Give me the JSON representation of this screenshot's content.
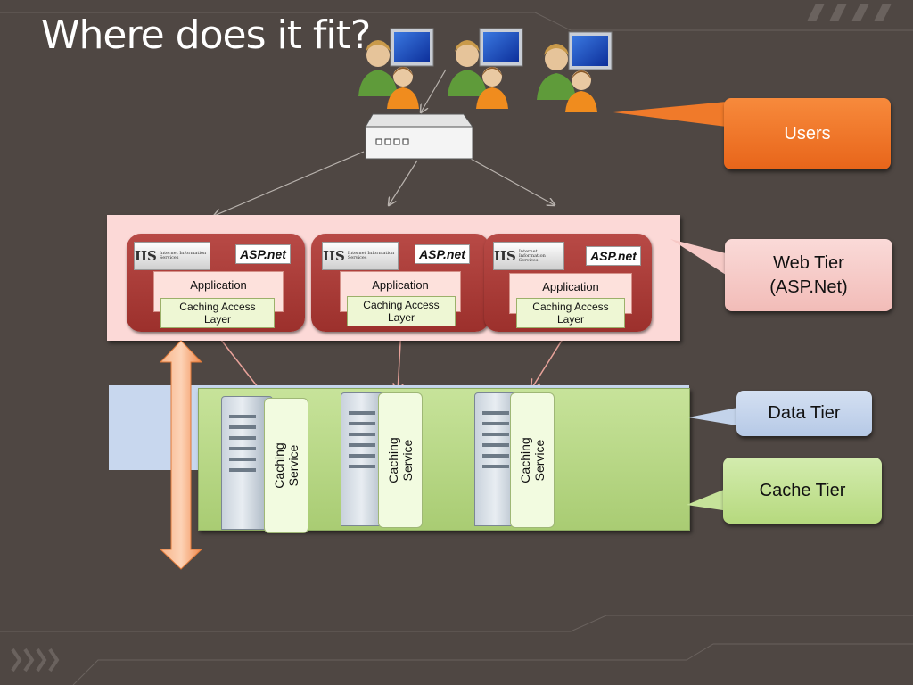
{
  "slide": {
    "title": "Where does it fit?"
  },
  "callouts": {
    "users": "Users",
    "web_tier_line1": "Web Tier",
    "web_tier_line2": "(ASP.Net)",
    "data_tier": "Data Tier",
    "cache_tier": "Cache Tier"
  },
  "web_servers": [
    {
      "iis_logo": "IIS",
      "iis_caption": "Internet Information Services",
      "asp_logo": "ASP.net",
      "app_label": "Application",
      "cal_line1": "Caching Access",
      "cal_line2": "Layer"
    },
    {
      "iis_logo": "IIS",
      "iis_caption": "Internet Information Services",
      "asp_logo": "ASP.net",
      "app_label": "Application",
      "cal_line1": "Caching Access",
      "cal_line2": "Layer"
    },
    {
      "iis_logo": "IIS",
      "iis_caption": "Internet Information Services",
      "asp_logo": "ASP.net",
      "app_label": "Application",
      "cal_line1": "Caching Access",
      "cal_line2": "Layer"
    }
  ],
  "cache_servers": [
    {
      "line1": "Caching",
      "line2": "Service"
    },
    {
      "line1": "Caching",
      "line2": "Service"
    },
    {
      "line1": "Caching",
      "line2": "Service"
    }
  ],
  "colors": {
    "background": "#4f4743",
    "users_callout": "#f07a2a",
    "web_tier_callout": "#f6c9c6",
    "data_tier_callout": "#c3d3ea",
    "cache_tier_callout": "#c6e39a",
    "server_box": "#b03f3b",
    "arrow_orange": "#f5a06a"
  },
  "icons": [
    "user-computer-icon",
    "network-switch-icon",
    "iis-logo-icon",
    "aspnet-logo-icon",
    "server-tower-icon",
    "double-arrow-icon"
  ]
}
